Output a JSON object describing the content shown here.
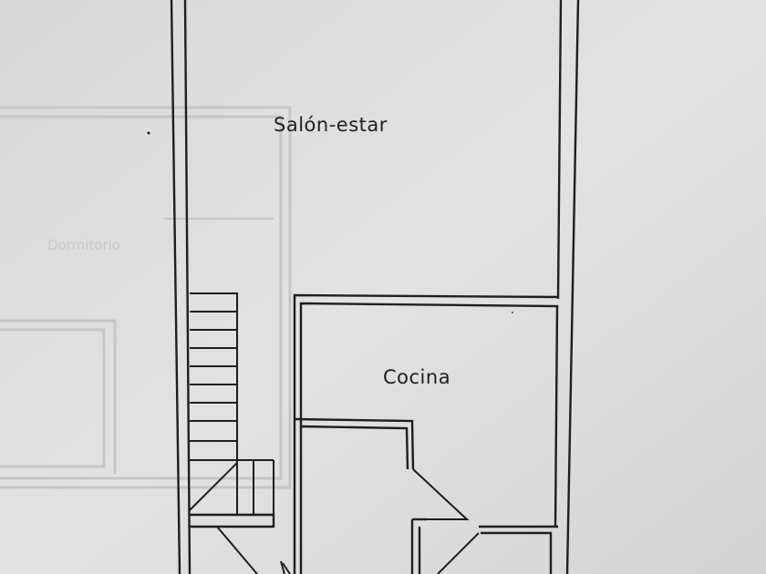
{
  "rooms": {
    "salon": "Salón-estar",
    "cocina": "Cocina",
    "dormitorio": "Dormitorio"
  },
  "colors": {
    "paper": "#dedede",
    "ink": "#1e1e1e",
    "ghost": "#c6c6c6"
  }
}
